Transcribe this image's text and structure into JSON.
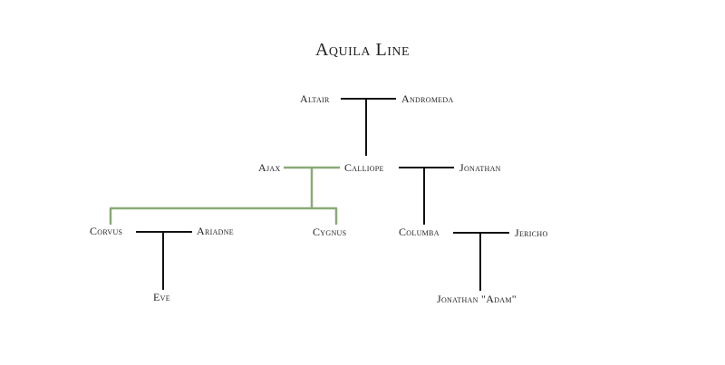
{
  "title": "Aquila Line",
  "colors": {
    "marriage": "#111111",
    "affair": "#8aaa78"
  },
  "people": {
    "altair": "Altair",
    "andromeda": "Andromeda",
    "ajax": "Ajax",
    "calliope": "Calliope",
    "jonathan": "Jonathan",
    "corvus": "Corvus",
    "ariadne": "Ariadne",
    "cygnus": "Cygnus",
    "columba": "Columba",
    "jericho": "Jericho",
    "eve": "Eve",
    "jonathan_adam": "Jonathan \"Adam\""
  }
}
